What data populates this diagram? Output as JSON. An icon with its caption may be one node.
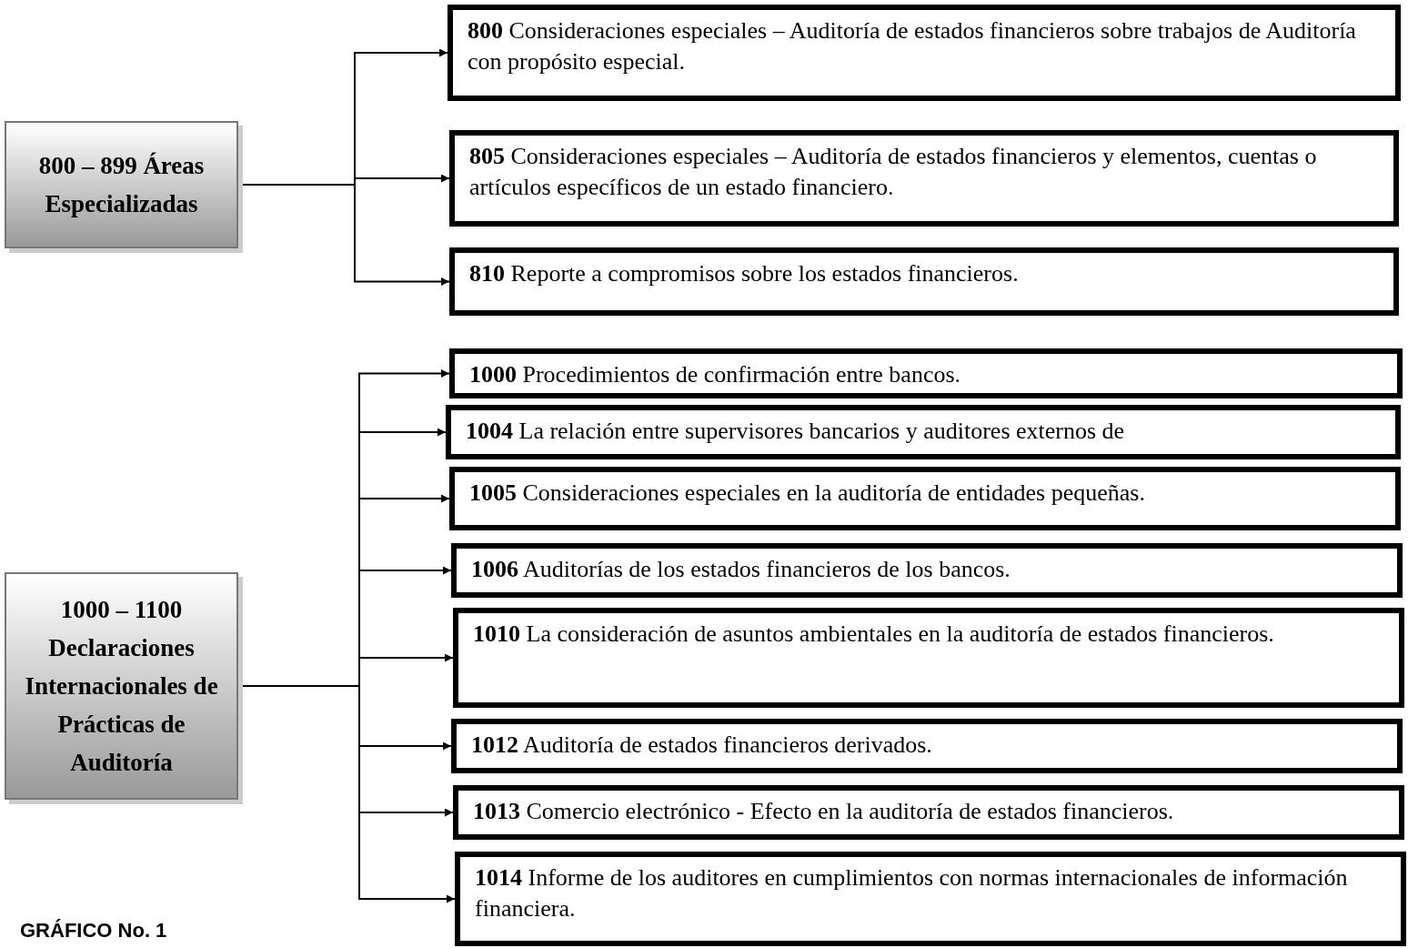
{
  "diagram": {
    "nodes": [
      {
        "text": [
          "800 – 899 Áreas Especializadas"
        ]
      },
      {
        "text": [
          "**800**  Consideraciones especiales – Auditoría de estados financieros sobre trabajos de Auditoría con propósito especial."
        ]
      },
      {
        "text": [
          "**805**  Consideraciones especiales – Auditoría de estados financieros y elementos, cuentas o artículos específicos de un estado financiero."
        ]
      },
      {
        "text": [
          "**810**  Reporte a compromisos sobre los estados financieros."
        ]
      },
      {
        "text": [
          "1000 – 1100 Declaraciones Internacionales de Prácticas de Auditoría"
        ]
      },
      {
        "text": [
          "**1000**  Procedimientos de confirmación entre bancos."
        ]
      },
      {
        "text": [
          "**1004**  La relación entre supervisores bancarios y auditores externos de"
        ]
      },
      {
        "text": [
          "**1005**  Consideraciones especiales en la auditoría de entidades pequeñas."
        ]
      },
      {
        "text": [
          "**1006**  Auditorías de los estados financieros de los bancos."
        ]
      },
      {
        "text": [
          "**1010**  La consideración de asuntos ambientales en la auditoría de estados financieros."
        ]
      },
      {
        "text": [
          "**1012**  Auditoría de estados financieros derivados."
        ]
      },
      {
        "text": [
          "**1013**  Comercio electrónico -  Efecto en la auditoría de estados financieros."
        ]
      },
      {
        "text": [
          "**1014**  Informe de los auditores en cumplimientos con normas internacionales de información financiera."
        ]
      }
    ],
    "edges": [
      {
        "from": 0,
        "to": 1,
        "arrow": "to"
      },
      {
        "from": 0,
        "to": 2,
        "arrow": "to"
      },
      {
        "from": 0,
        "to": 3,
        "arrow": "to"
      },
      {
        "from": 4,
        "to": 5,
        "arrow": "to"
      },
      {
        "from": 4,
        "to": 6,
        "arrow": "to"
      },
      {
        "from": 4,
        "to": 7,
        "arrow": "to"
      },
      {
        "from": 4,
        "to": 8,
        "arrow": "to"
      },
      {
        "from": 4,
        "to": 9,
        "arrow": "to"
      },
      {
        "from": 4,
        "to": 10,
        "arrow": "to"
      },
      {
        "from": 4,
        "to": 11,
        "arrow": "to"
      },
      {
        "from": 4,
        "to": 12,
        "arrow": "to"
      }
    ],
    "labels": [
      "GRÁFICO No. 1"
    ]
  }
}
